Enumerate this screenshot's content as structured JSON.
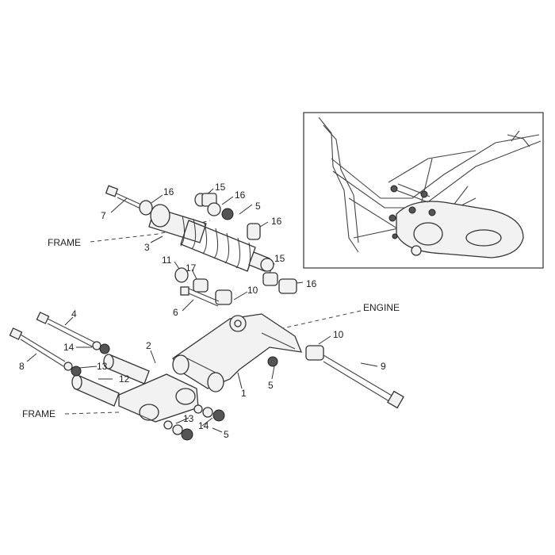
{
  "callouts": {
    "n1": "1",
    "n2": "2",
    "n3": "3",
    "n4": "4",
    "n5a": "5",
    "n5b": "5",
    "n5c": "5",
    "n6": "6",
    "n7": "7",
    "n8": "8",
    "n9": "9",
    "n10a": "10",
    "n10b": "10",
    "n11": "11",
    "n12": "12",
    "n13a": "13",
    "n13b": "13",
    "n14a": "14",
    "n14b": "14",
    "n15a": "15",
    "n15b": "15",
    "n16a": "16",
    "n16b": "16",
    "n16c": "16",
    "n16d": "16",
    "n17": "17"
  },
  "labels": {
    "frame_top": "FRAME",
    "frame_bottom": "FRAME",
    "engine": "ENGINE"
  }
}
